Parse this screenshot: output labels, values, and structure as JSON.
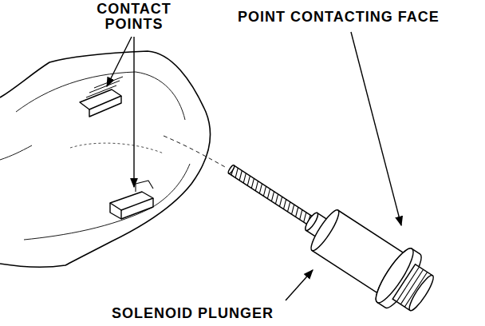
{
  "diagram": {
    "labels": [
      "CONTACT POINTS",
      "POINT CONTACTING FACE",
      "SOLENOID PLUNGER"
    ]
  }
}
